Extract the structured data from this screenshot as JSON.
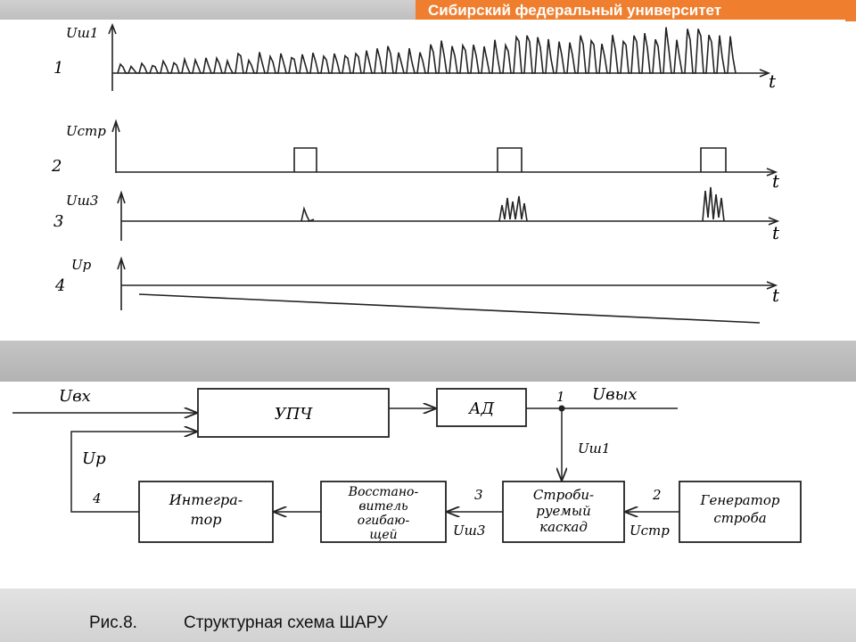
{
  "header": {
    "institution": "Сибирский федеральный университет"
  },
  "timing": {
    "time_label": "t",
    "rows": [
      {
        "num": "1",
        "label": "Uш1"
      },
      {
        "num": "2",
        "label": "Uстр"
      },
      {
        "num": "3",
        "label": "Uш3"
      },
      {
        "num": "4",
        "label": "Uр"
      }
    ]
  },
  "block_diagram": {
    "blocks": {
      "upch": "УПЧ",
      "ad": "АД",
      "strobed": [
        "Строби-",
        "руемый",
        "каскад"
      ],
      "generator": [
        "Генератор",
        "строба"
      ],
      "restorer": [
        "Восстано-",
        "витель",
        "огибаю-",
        "щей"
      ],
      "integrator": [
        "Интегра-",
        "тор"
      ]
    },
    "signals": {
      "u_in": "Uвх",
      "u_out": "Uвых",
      "u_sh1": "Uш1",
      "u_str": "Uстр",
      "u_sh3": "Uш3",
      "u_p": "Uр"
    },
    "nodes": {
      "n1": "1",
      "n2": "2",
      "n3": "3",
      "n4": "4"
    }
  },
  "caption": {
    "number": "Рис.8.",
    "text": "Структурная схема ШАРУ"
  }
}
